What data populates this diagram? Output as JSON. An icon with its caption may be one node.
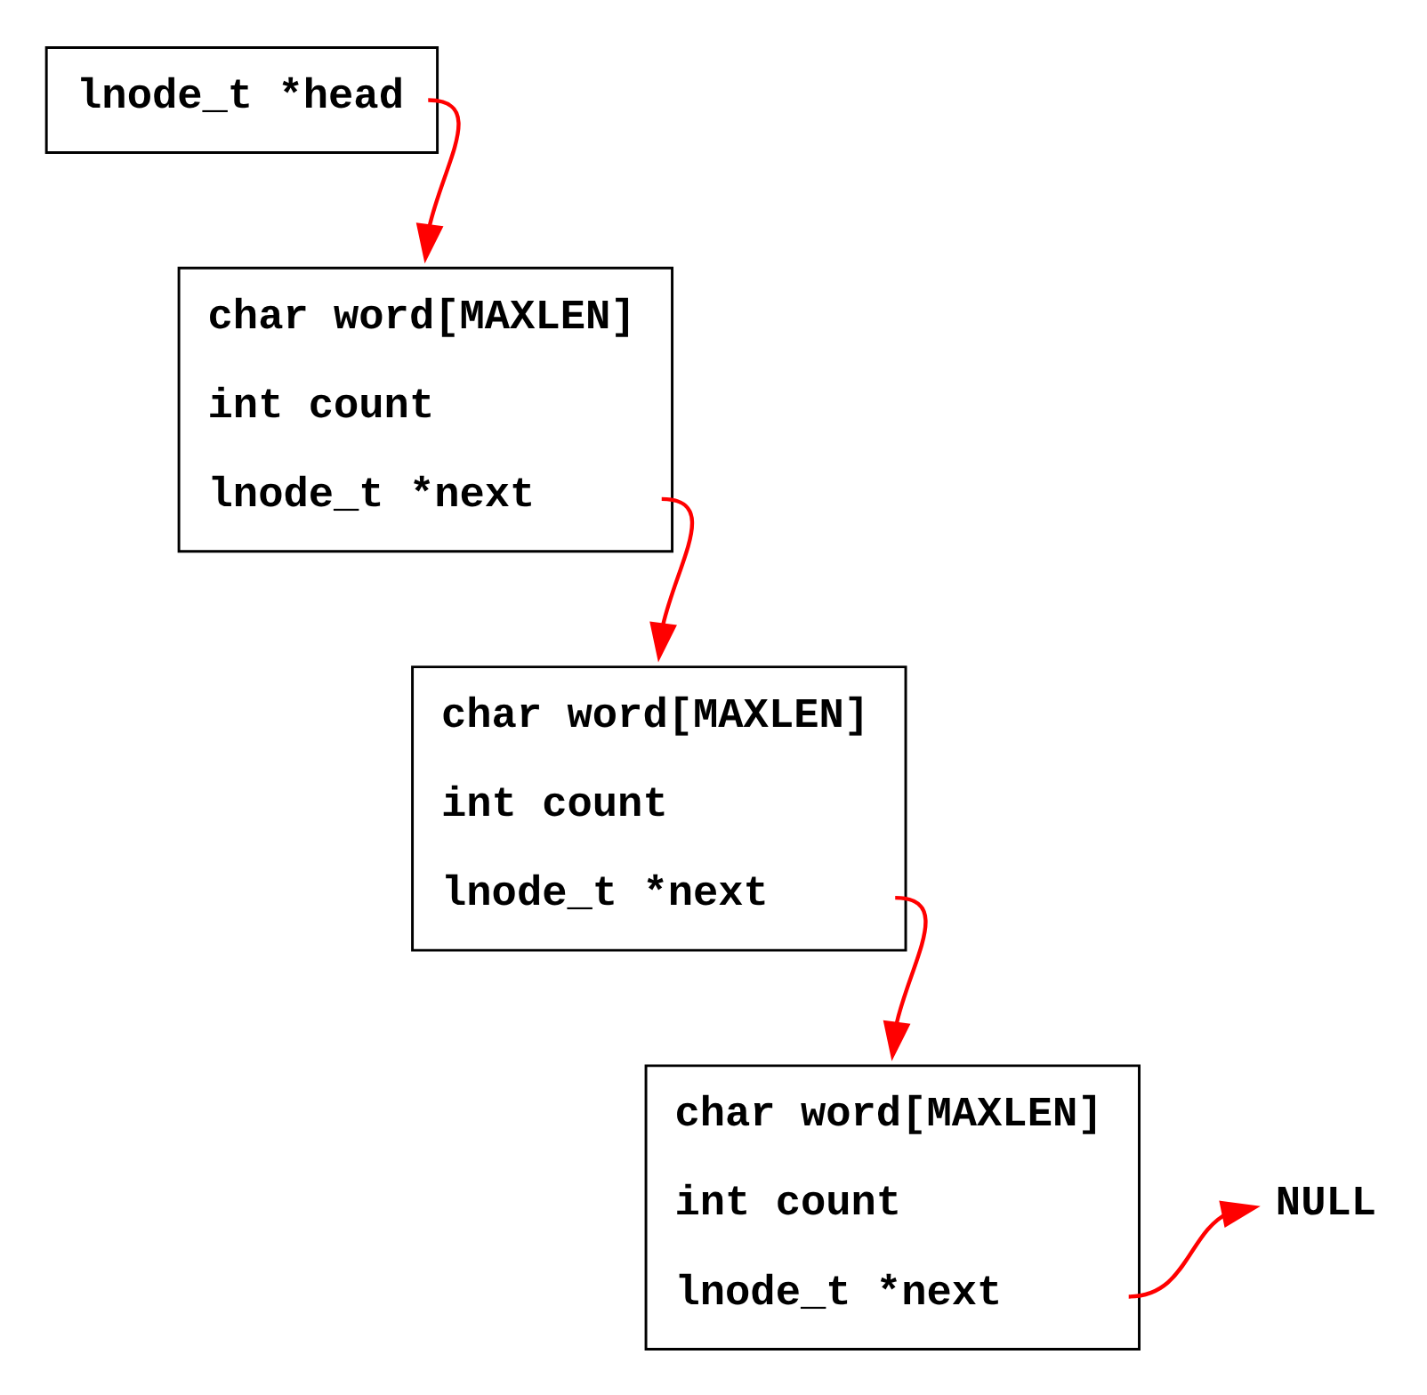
{
  "diagram": {
    "nodes": [
      {
        "text": [
          "lnode_t *head"
        ]
      },
      {
        "text": [
          "char word[MAXLEN]",
          "int count",
          "lnode_t *next"
        ]
      },
      {
        "text": [
          "char word[MAXLEN]",
          "int count",
          "lnode_t *next"
        ]
      },
      {
        "text": [
          "char word[MAXLEN]",
          "int count",
          "lnode_t *next"
        ]
      },
      {
        "text": [
          "NULL"
        ]
      }
    ],
    "edges": [
      {
        "from": 0,
        "to": 1,
        "arrow": "to"
      },
      {
        "from": 1,
        "to": 2,
        "arrow": "to"
      },
      {
        "from": 2,
        "to": 3,
        "arrow": "to"
      },
      {
        "from": 3,
        "to": 4,
        "arrow": "to"
      }
    ]
  }
}
